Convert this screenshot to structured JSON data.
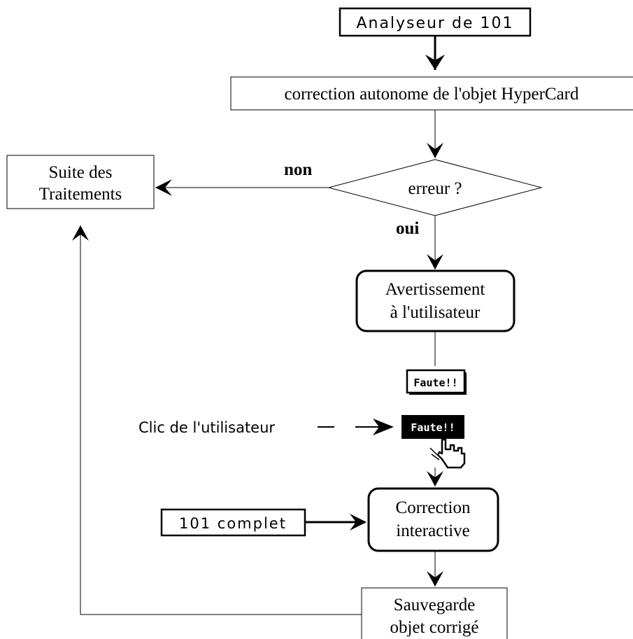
{
  "nodes": {
    "analyseur": "Analyseur de 101",
    "correction_autonome": "correction autonome de l'objet HyperCard",
    "decision": "erreur ?",
    "suite_line1": "Suite des",
    "suite_line2": "Traitements",
    "avertissement_line1": "Avertissement",
    "avertissement_line2": "à l'utilisateur",
    "faute_button": "Faute!!",
    "faute_button_clicked": "Faute!!",
    "correction_line1": "Correction",
    "correction_line2": "interactive",
    "complet": "101 complet",
    "sauvegarde_line1": "Sauvegarde",
    "sauvegarde_line2": "objet corrigé"
  },
  "edge_labels": {
    "non": "non",
    "oui": "oui",
    "clic": "Clic de l'utilisateur"
  },
  "icons": {
    "cursor": "hand-pointer-icon"
  },
  "colors": {
    "stroke": "#000000",
    "background": "#ffffff"
  }
}
